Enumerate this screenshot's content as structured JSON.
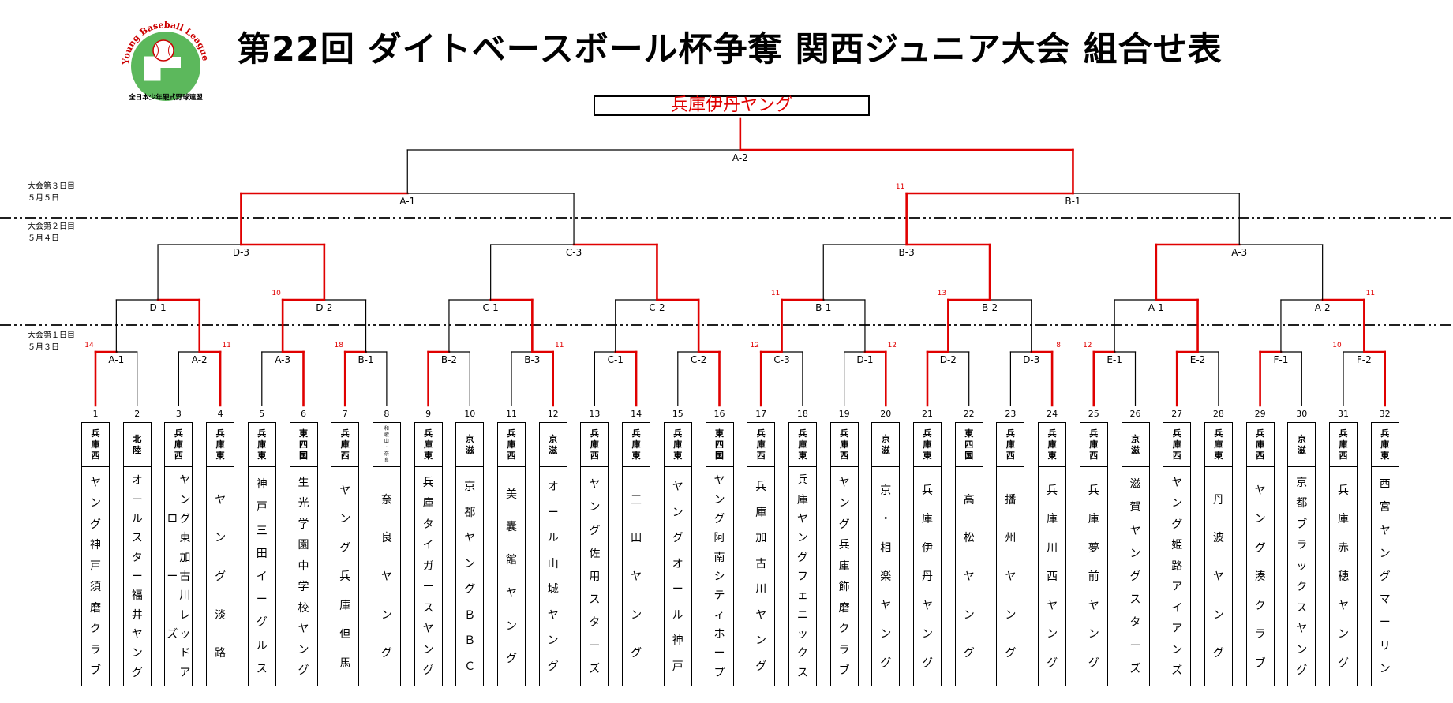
{
  "title": "第22回 ダイトベースボール杯争奪 関西ジュニア大会 組合せ表",
  "logo": {
    "arc_text": "Young Baseball League",
    "caption": "全日本少年硬式野球連盟"
  },
  "champion": "兵庫伊丹ヤング",
  "day_labels": [
    {
      "line1": "大会第３日目",
      "line2": "５月５日"
    },
    {
      "line1": "大会第２日目",
      "line2": "５月４日"
    },
    {
      "line1": "大会第１日目",
      "line2": "５月３日"
    }
  ],
  "teams": [
    {
      "num": "1",
      "region": "兵庫西",
      "name": "ヤング神戸須磨クラブ"
    },
    {
      "num": "2",
      "region": "北陸",
      "name": "オールスター福井ヤング"
    },
    {
      "num": "3",
      "region": "兵庫西",
      "name": "ヤング東加古川レッドアローズ"
    },
    {
      "num": "4",
      "region": "兵庫東",
      "name": "ヤング淡路"
    },
    {
      "num": "5",
      "region": "兵庫東",
      "name": "神戸三田イーグルス"
    },
    {
      "num": "6",
      "region": "東四国",
      "name": "生光学園中学校ヤング"
    },
    {
      "num": "7",
      "region": "兵庫西",
      "name": "ヤング兵庫但馬"
    },
    {
      "num": "8",
      "region": "和歌山・奈良",
      "name": "奈良ヤング"
    },
    {
      "num": "9",
      "region": "兵庫東",
      "name": "兵庫タイガースヤング"
    },
    {
      "num": "10",
      "region": "京滋",
      "name": "京都ヤングＢＢＣ"
    },
    {
      "num": "11",
      "region": "兵庫西",
      "name": "美嚢館ヤング"
    },
    {
      "num": "12",
      "region": "京滋",
      "name": "オール山城ヤング"
    },
    {
      "num": "13",
      "region": "兵庫西",
      "name": "ヤング佐用スターズ"
    },
    {
      "num": "14",
      "region": "兵庫東",
      "name": "三田ヤング"
    },
    {
      "num": "15",
      "region": "兵庫東",
      "name": "ヤングオール神戸"
    },
    {
      "num": "16",
      "region": "東四国",
      "name": "ヤング阿南シティホープ"
    },
    {
      "num": "17",
      "region": "兵庫西",
      "name": "兵庫加古川ヤング"
    },
    {
      "num": "18",
      "region": "兵庫東",
      "name": "兵庫ヤングフェニックス"
    },
    {
      "num": "19",
      "region": "兵庫西",
      "name": "ヤング兵庫飾磨クラブ"
    },
    {
      "num": "20",
      "region": "京滋",
      "name": "京・相楽ヤング"
    },
    {
      "num": "21",
      "region": "兵庫東",
      "name": "兵庫伊丹ヤング"
    },
    {
      "num": "22",
      "region": "東四国",
      "name": "高松ヤング"
    },
    {
      "num": "23",
      "region": "兵庫西",
      "name": "播州ヤング"
    },
    {
      "num": "24",
      "region": "兵庫東",
      "name": "兵庫川西ヤング"
    },
    {
      "num": "25",
      "region": "兵庫西",
      "name": "兵庫夢前ヤング"
    },
    {
      "num": "26",
      "region": "京滋",
      "name": "滋賀ヤングスターズ"
    },
    {
      "num": "27",
      "region": "兵庫西",
      "name": "ヤング姫路アイアンズ"
    },
    {
      "num": "28",
      "region": "兵庫東",
      "name": "丹波ヤング"
    },
    {
      "num": "29",
      "region": "兵庫西",
      "name": "ヤング湊クラブ"
    },
    {
      "num": "30",
      "region": "京滋",
      "name": "京都ブラックスヤング"
    },
    {
      "num": "31",
      "region": "兵庫西",
      "name": "兵庫赤穂ヤング"
    },
    {
      "num": "32",
      "region": "兵庫東",
      "name": "西宮ヤングマーリン"
    }
  ],
  "round1": [
    {
      "label": "A-1",
      "winner": 0,
      "score": "14",
      "score_side": "left"
    },
    {
      "label": "A-2",
      "winner": 1,
      "score": "11",
      "score_side": "right"
    },
    {
      "label": "A-3",
      "winner": 1,
      "score": "",
      "score_side": "right"
    },
    {
      "label": "B-1",
      "winner": 0,
      "score": "18",
      "score_side": "left"
    },
    {
      "label": "B-2",
      "winner": 0,
      "score": "",
      "score_side": "left"
    },
    {
      "label": "B-3",
      "winner": 1,
      "score": "11",
      "score_side": "right"
    },
    {
      "label": "C-1",
      "winner": 1,
      "score": "",
      "score_side": "right"
    },
    {
      "label": "C-2",
      "winner": 1,
      "score": "",
      "score_side": "right"
    },
    {
      "label": "C-3",
      "winner": 0,
      "score": "12",
      "score_side": "left"
    },
    {
      "label": "D-1",
      "winner": 1,
      "score": "12",
      "score_side": "right"
    },
    {
      "label": "D-2",
      "winner": 0,
      "score": "",
      "score_side": "left"
    },
    {
      "label": "D-3",
      "winner": 1,
      "score": "8",
      "score_side": "right"
    },
    {
      "label": "E-1",
      "winner": 0,
      "score": "12",
      "score_side": "left"
    },
    {
      "label": "E-2",
      "winner": 0,
      "score": "",
      "score_side": "left"
    },
    {
      "label": "F-1",
      "winner": 0,
      "score": "",
      "score_side": "left"
    },
    {
      "label": "F-2",
      "winner": 1,
      "score": "10",
      "score_side": "left"
    }
  ],
  "round2": [
    {
      "label": "D-1",
      "winner": 1,
      "score": "",
      "score_side": "left"
    },
    {
      "label": "D-2",
      "winner": 0,
      "score": "10",
      "score_side": "left"
    },
    {
      "label": "C-1",
      "winner": 1,
      "score": "",
      "score_side": "left"
    },
    {
      "label": "C-2",
      "winner": 1,
      "score": "",
      "score_side": "left"
    },
    {
      "label": "B-1",
      "winner": 0,
      "score": "11",
      "score_side": "left"
    },
    {
      "label": "B-2",
      "winner": 0,
      "score": "13",
      "score_side": "left"
    },
    {
      "label": "A-1",
      "winner": 1,
      "score": "",
      "score_side": "left"
    },
    {
      "label": "A-2",
      "winner": 1,
      "score": "11",
      "score_side": "right"
    }
  ],
  "round3": [
    {
      "label": "D-3",
      "winner": 1,
      "score": "",
      "score_side": "left"
    },
    {
      "label": "C-3",
      "winner": 1,
      "score": "",
      "score_side": "left"
    },
    {
      "label": "B-3",
      "winner": 1,
      "score": "",
      "score_side": "left"
    },
    {
      "label": "A-3",
      "winner": 0,
      "score": "",
      "score_side": "left"
    }
  ],
  "round4": [
    {
      "label": "A-1",
      "winner": 0,
      "score": "",
      "score_side": "left"
    },
    {
      "label": "B-1",
      "winner": 0,
      "score": "11",
      "score_side": "left"
    }
  ],
  "final": {
    "label": "A-2",
    "winner": 1,
    "score": "",
    "score_side": "left"
  },
  "colors": {
    "win_line": "#e00000",
    "line": "#000000",
    "champion_text": "#e00000"
  }
}
